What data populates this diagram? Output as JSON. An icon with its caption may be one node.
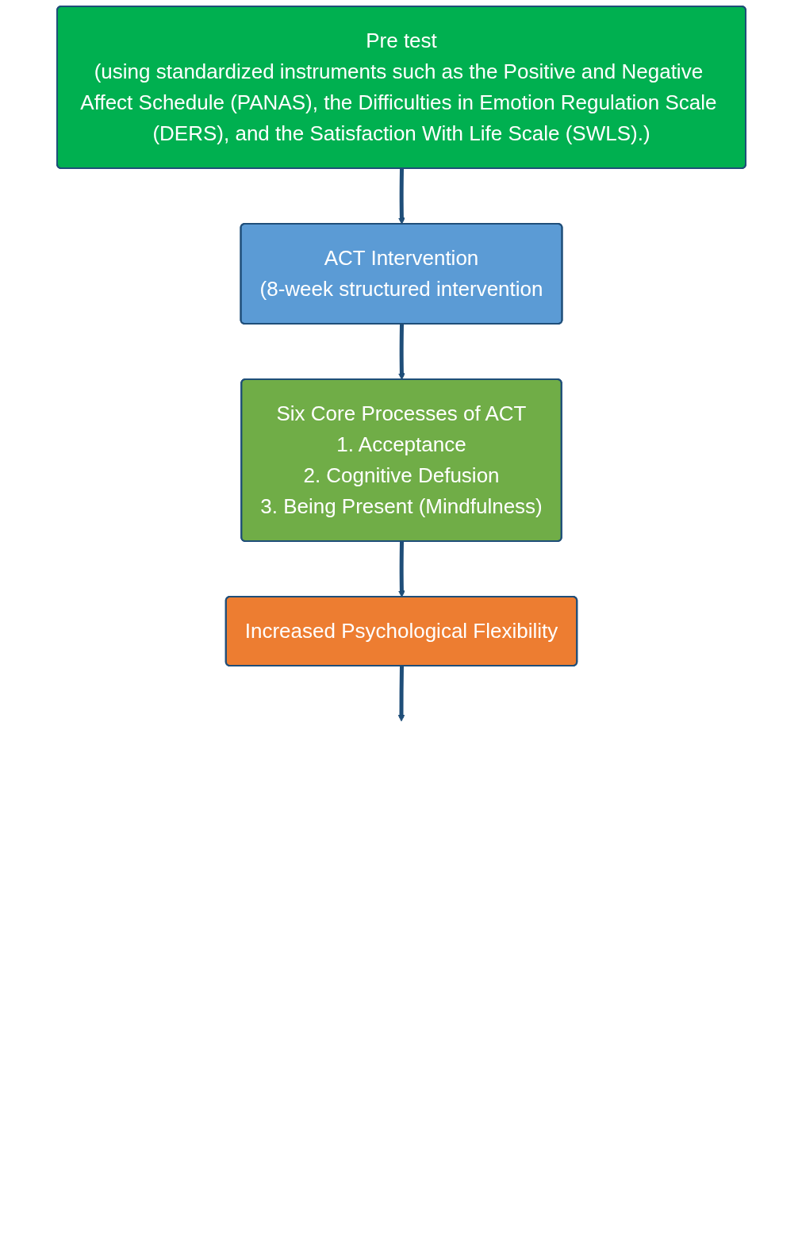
{
  "diagram": {
    "nodes": [
      {
        "text": [
          "Pre test",
          "(using standardized instruments such as the Positive and Negative Affect Schedule (PANAS), the Difficulties in Emotion Regulation Scale (DERS), and the Satisfaction With Life Scale (SWLS).)"
        ]
      },
      {
        "text": [
          "ACT Intervention",
          "(8-week structured intervention"
        ]
      },
      {
        "text": [
          "Six Core Processes of ACT",
          "1. Acceptance",
          "2. Cognitive Defusion",
          "3. Being Present (Mindfulness)"
        ]
      },
      {
        "text": [
          "Increased Psychological Flexibility"
        ]
      }
    ],
    "edges": [
      {
        "from": 0,
        "to": 1,
        "arrow": "to"
      },
      {
        "from": 1,
        "to": 2,
        "arrow": "to"
      },
      {
        "from": 2,
        "to": 3,
        "arrow": "to"
      },
      {
        "from": 3,
        "to": null,
        "arrow": "to"
      }
    ]
  }
}
